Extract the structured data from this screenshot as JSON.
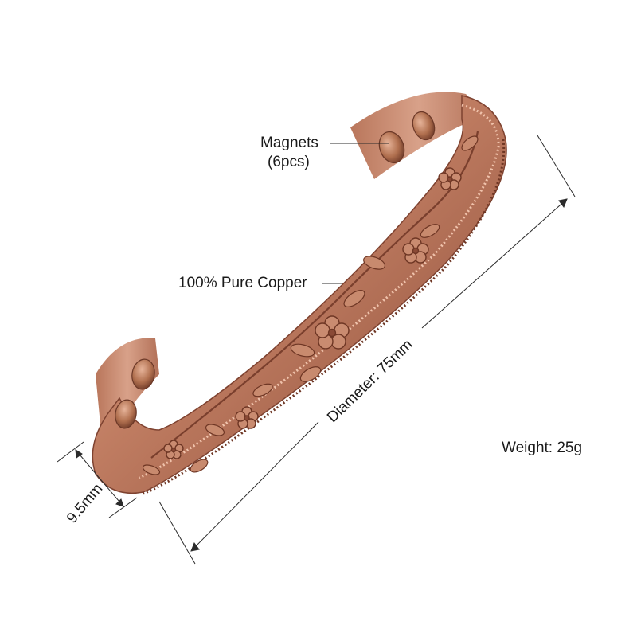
{
  "annotations": {
    "magnets_label": "Magnets",
    "magnets_count": "(6pcs)",
    "material_label": "100% Pure Copper",
    "diameter_label": "Diameter: 75mm",
    "width_label": "9.5mm",
    "weight_label": "Weight: 25g"
  },
  "colors": {
    "copper_light": "#d9a285",
    "copper_mid": "#b8735a",
    "copper_dark": "#7e4230",
    "inner_surface": "#c98e73",
    "magnet": "#a1644c",
    "dimension_line": "#2b2b2b"
  },
  "icons": [
    "magnet-icon",
    "flower-engraving-icon"
  ]
}
